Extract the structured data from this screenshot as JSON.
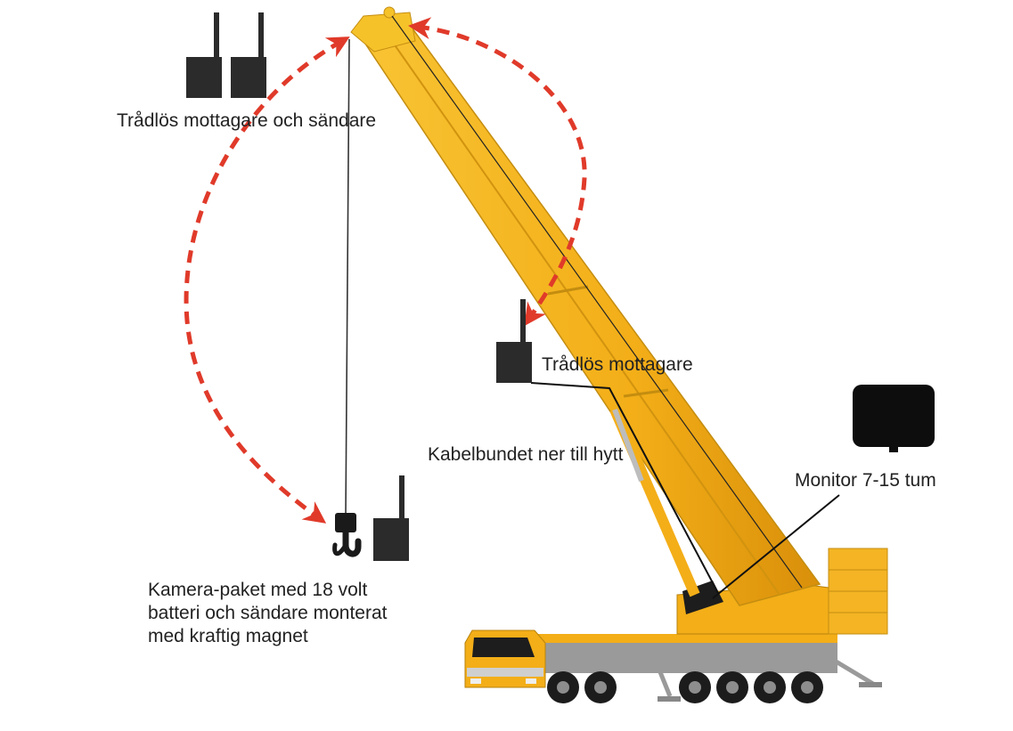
{
  "diagram": {
    "labels": {
      "transceiver": "Trådlös mottagare och sändare",
      "receiver": "Trådlös mottagare",
      "cabled": "Kabelbundet ner till hytt",
      "monitor": "Monitor 7-15 tum",
      "camera_line1": "Kamera-paket med 18 volt",
      "camera_line2": "batteri och sändare monterat",
      "camera_line3": "med kraftig magnet"
    },
    "icons": {
      "transceiver_units": "radio-unit-icon",
      "receiver_unit": "radio-unit-icon",
      "camera_unit": "radio-unit-icon",
      "hook": "crane-hook-icon",
      "monitor": "monitor-icon",
      "crane": "mobile-crane-icon"
    },
    "colors": {
      "arrow": "#e03a2a",
      "crane": "#f6b21f",
      "device": "#2b2b2b",
      "text": "#222222"
    }
  }
}
